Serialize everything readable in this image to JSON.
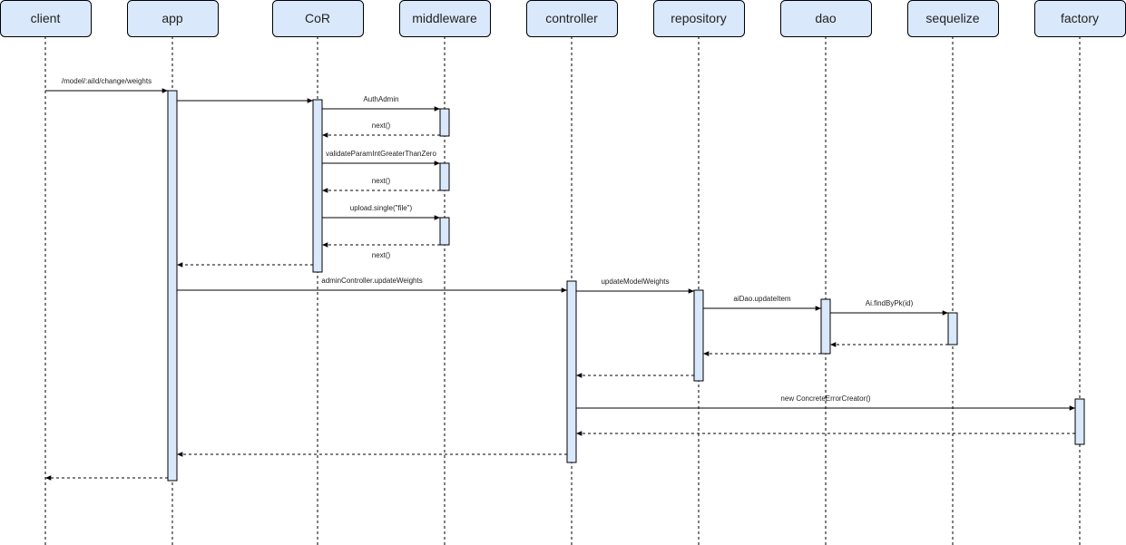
{
  "participants": [
    {
      "id": "client",
      "label": "client"
    },
    {
      "id": "app",
      "label": "app"
    },
    {
      "id": "cor",
      "label": "CoR"
    },
    {
      "id": "middleware",
      "label": "middleware"
    },
    {
      "id": "controller",
      "label": "controller"
    },
    {
      "id": "repository",
      "label": "repository"
    },
    {
      "id": "dao",
      "label": "dao"
    },
    {
      "id": "sequelize",
      "label": "sequelize"
    },
    {
      "id": "factory",
      "label": "factory"
    }
  ],
  "messages": [
    {
      "from": "client",
      "to": "app",
      "kind": "call",
      "label": "/model/:aiId/change/weights"
    },
    {
      "from": "app",
      "to": "cor",
      "kind": "call",
      "label": ""
    },
    {
      "from": "cor",
      "to": "middleware",
      "kind": "call",
      "label": "AuthAdmin"
    },
    {
      "from": "middleware",
      "to": "cor",
      "kind": "return",
      "label": "next()"
    },
    {
      "from": "cor",
      "to": "middleware",
      "kind": "call",
      "label": "validateParamIntGreaterThanZero"
    },
    {
      "from": "middleware",
      "to": "cor",
      "kind": "return",
      "label": "next()"
    },
    {
      "from": "cor",
      "to": "middleware",
      "kind": "call",
      "label": "upload.single(\"file\")"
    },
    {
      "from": "middleware",
      "to": "cor",
      "kind": "return",
      "label": "next()"
    },
    {
      "from": "cor",
      "to": "app",
      "kind": "return",
      "label": ""
    },
    {
      "from": "app",
      "to": "controller",
      "kind": "call",
      "label": "adminController.updateWeights"
    },
    {
      "from": "controller",
      "to": "repository",
      "kind": "call",
      "label": "updateModelWeights"
    },
    {
      "from": "repository",
      "to": "dao",
      "kind": "call",
      "label": "aiDao.updateItem"
    },
    {
      "from": "dao",
      "to": "sequelize",
      "kind": "call",
      "label": "Ai.findByPk(id)"
    },
    {
      "from": "sequelize",
      "to": "dao",
      "kind": "return",
      "label": ""
    },
    {
      "from": "dao",
      "to": "repository",
      "kind": "return",
      "label": ""
    },
    {
      "from": "repository",
      "to": "controller",
      "kind": "return",
      "label": ""
    },
    {
      "from": "controller",
      "to": "factory",
      "kind": "call",
      "label": "new ConcreteErrorCreator()"
    },
    {
      "from": "factory",
      "to": "controller",
      "kind": "return",
      "label": ""
    },
    {
      "from": "controller",
      "to": "app",
      "kind": "return",
      "label": ""
    },
    {
      "from": "app",
      "to": "client",
      "kind": "return",
      "label": ""
    }
  ]
}
